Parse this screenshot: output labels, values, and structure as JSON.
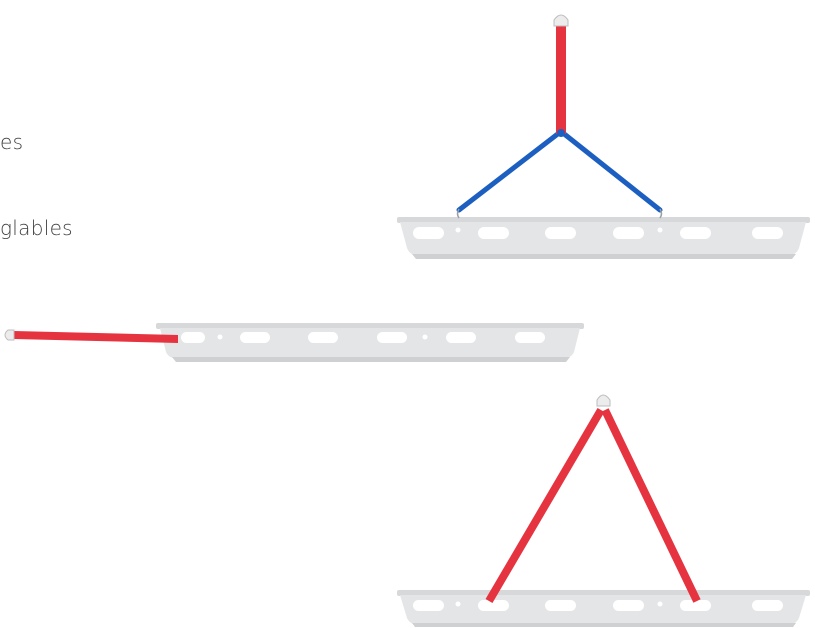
{
  "captions": [
    {
      "text": "es"
    },
    {
      "text": "glables"
    }
  ],
  "figures": [
    {
      "name": "stretcher-with-y-sling",
      "strap_colors": {
        "top": "#e53440",
        "legs": "#1c5fc0"
      }
    },
    {
      "name": "stretcher-with-single-strap",
      "strap_colors": {
        "main": "#e53440"
      }
    },
    {
      "name": "stretcher-with-a-frame-sling",
      "strap_colors": {
        "legs": "#e53440"
      }
    }
  ],
  "colors": {
    "tray": "#e4e5e6",
    "tray_shadow": "#cfd0d2",
    "hole": "#ffffff",
    "red_strap": "#e53440",
    "blue_strap": "#1c5fc0"
  }
}
